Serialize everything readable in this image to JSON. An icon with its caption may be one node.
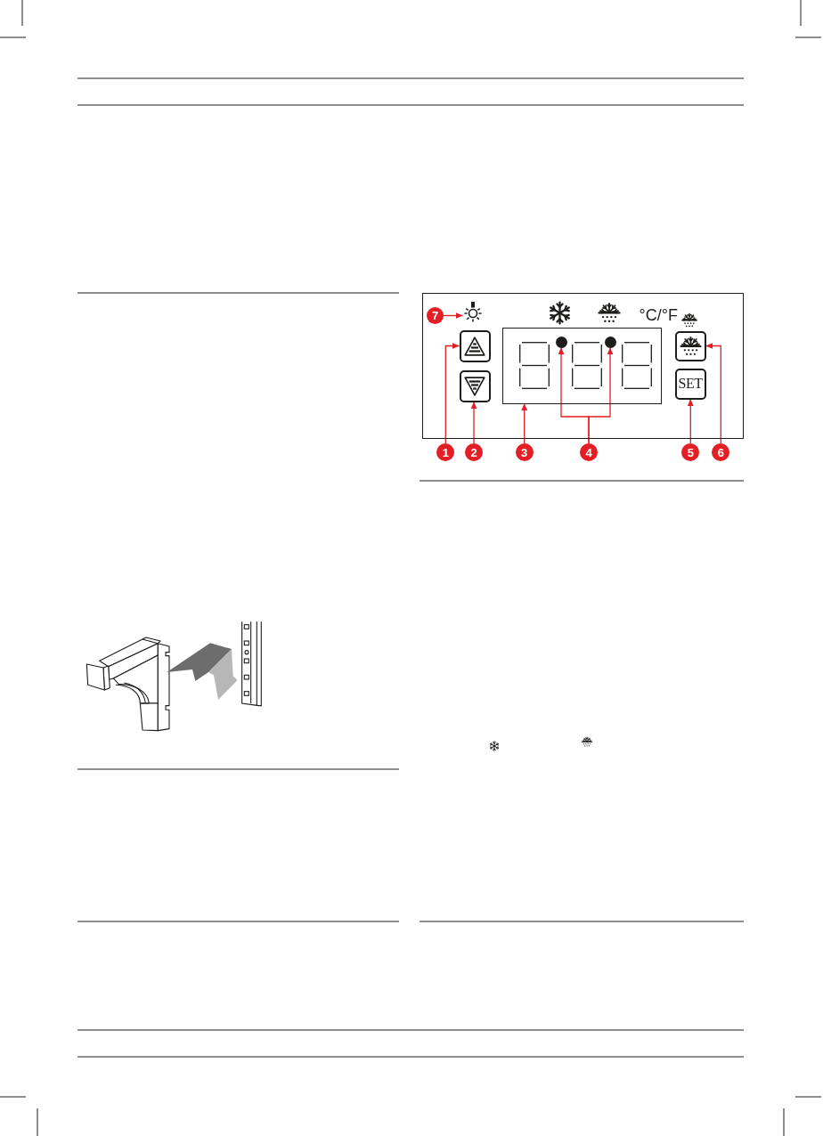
{
  "diagram": {
    "nodes": [
      {
        "text": [],
        "shape": "box"
      },
      {
        "text": [
          "7"
        ],
        "in": 0
      },
      {
        "text": [],
        "shape": "picture",
        "in": 0
      },
      {
        "text": [],
        "shape": "box",
        "in": 0
      },
      {
        "text": [],
        "shape": "box",
        "in": 0
      },
      {
        "text": [],
        "shape": "box",
        "in": 0
      },
      {
        "text": [],
        "shape": "circle",
        "in": 5
      },
      {
        "text": [],
        "shape": "circle",
        "in": 5
      },
      {
        "text": [],
        "shape": "box",
        "in": 0
      },
      {
        "text": [
          "SET"
        ],
        "in": 0
      },
      {
        "text": [
          "1"
        ]
      },
      {
        "text": [
          "2"
        ]
      },
      {
        "text": [
          "3"
        ]
      },
      {
        "text": [
          "4"
        ]
      },
      {
        "text": [
          "5"
        ]
      },
      {
        "text": [
          "6"
        ]
      }
    ],
    "edges": [
      {
        "from": 1,
        "to": 2,
        "arrow": "to"
      },
      {
        "from": 10,
        "to": 3,
        "arrow": "to"
      },
      {
        "from": 11,
        "to": 4,
        "arrow": "to"
      },
      {
        "from": 12,
        "to": 5,
        "arrow": "to"
      },
      {
        "from": 13,
        "to": 6,
        "arrow": "to"
      },
      {
        "from": 13,
        "to": 7,
        "arrow": "to"
      },
      {
        "from": 14,
        "to": 9,
        "arrow": "to"
      },
      {
        "from": 15,
        "to": 8,
        "arrow": "to"
      }
    ],
    "labels": [
      "°C/°F"
    ]
  }
}
